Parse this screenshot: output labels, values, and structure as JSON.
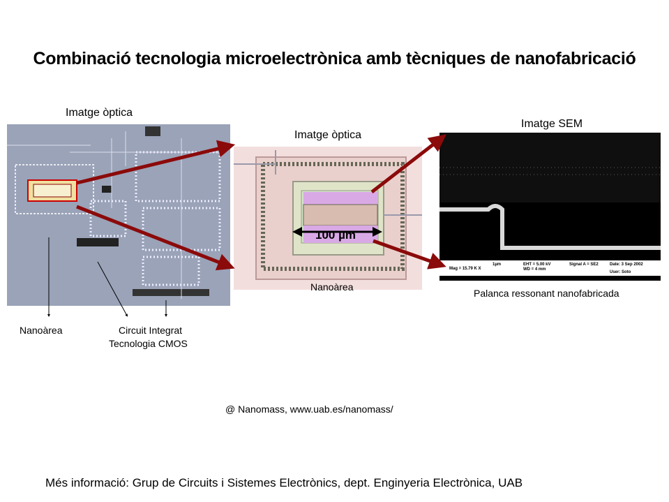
{
  "title": "Combinació tecnologia microelectrònica amb tècniques de nanofabricació",
  "panel1": {
    "heading": "Imatge òptica",
    "label_left": "Nanoàrea",
    "label_right_1": "Circuit Integrat",
    "label_right_2": "Tecnologia CMOS"
  },
  "panel2": {
    "heading": "Imatge òptica",
    "scale": "100 µm",
    "caption": "Nanoàrea"
  },
  "panel3": {
    "heading": "Imatge SEM",
    "caption": "Palanca ressonant nanofabricada",
    "info": {
      "mag": "Mag = 15.79 K X",
      "scale": "1µm",
      "eht": "EHT = 5.00 kV",
      "wd": "WD = 4 mm",
      "signal": "Signal A = SE2",
      "date": "Date: 3 Sep 2002",
      "user": "User: Soto"
    }
  },
  "credit": "@ Nanomass, www.uab.es/nanomass/",
  "footer": "Més informació: Grup de Circuits i Sistemes Electrònics, dept. Enginyeria Electrònica, UAB",
  "colors": {
    "arrow": "#8b0a0a",
    "chip_bg": "#9aa3b8",
    "nano_bg": "#f3dede"
  }
}
